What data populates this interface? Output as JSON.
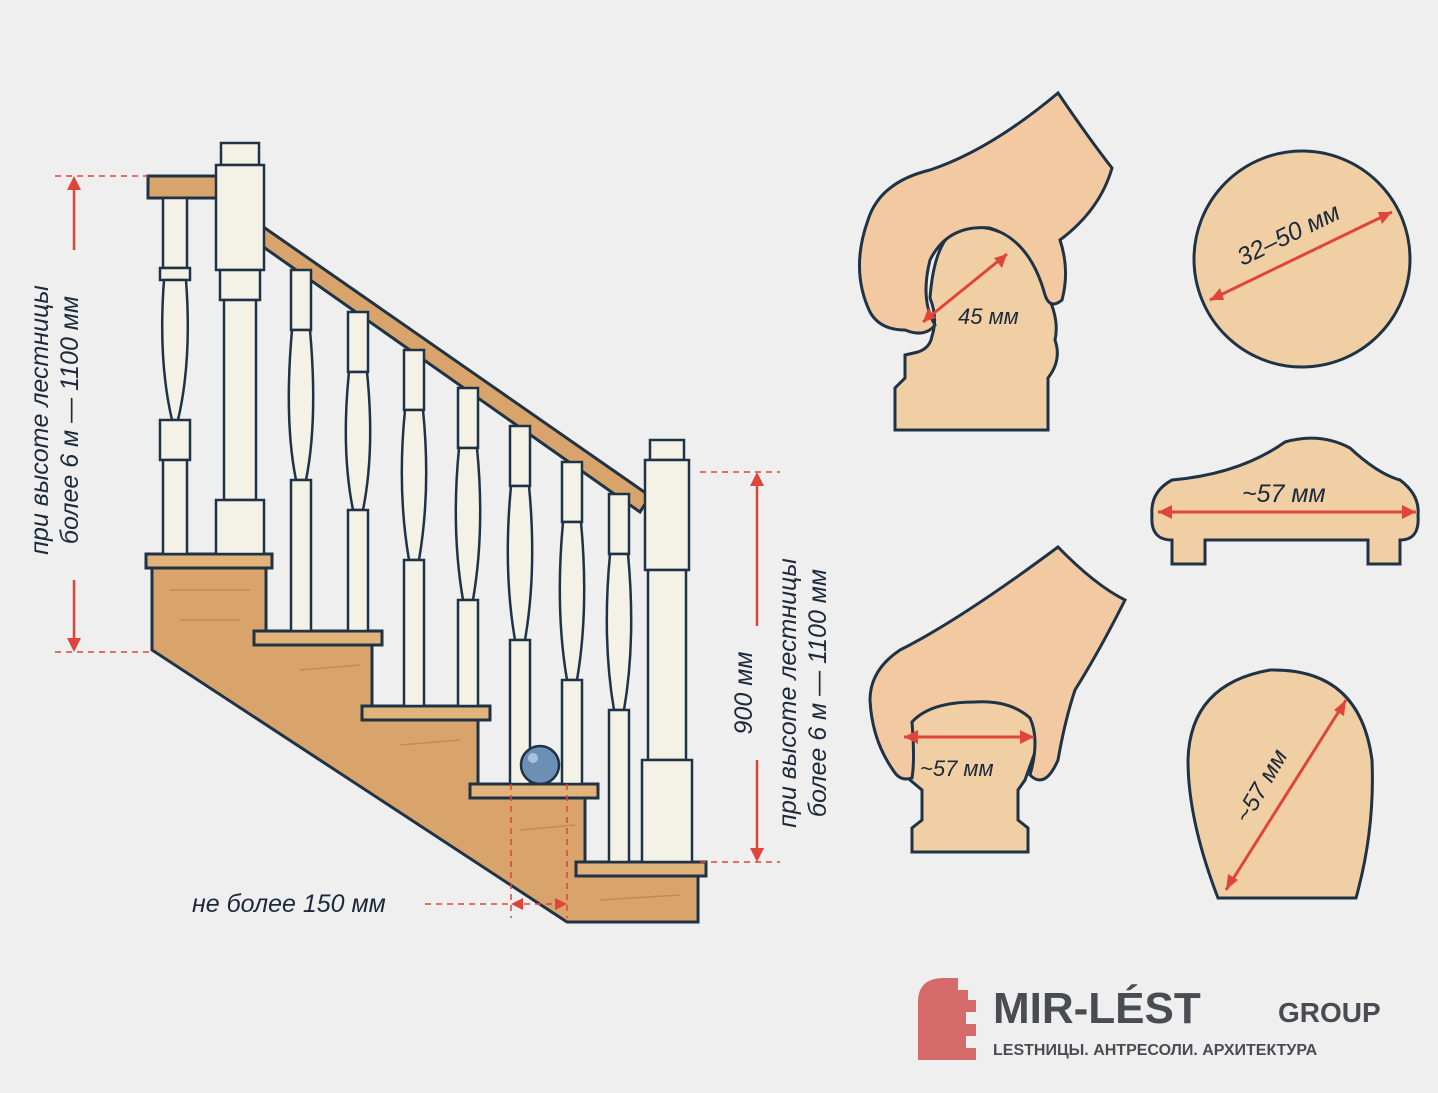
{
  "dimensions": {
    "left_height": "при высоте лестницы более 6 м — 1100 мм",
    "right_height_main": "900 мм",
    "right_height_alt": "при высоте лестницы более 6 м — 1100 мм",
    "gap": "не более 150 мм"
  },
  "profiles": {
    "grip_hand_1": "45 мм",
    "round_diameter": "32–50 мм",
    "flat_width": "~57 мм",
    "grip_hand_2": "~57 мм",
    "arch_diameter": "~57 мм"
  },
  "logo": {
    "name": "MIR-LÉST",
    "group": "GROUP",
    "tagline": "LESTНИЦЫ. АНТРЕСОЛИ. АРХИТЕКТУРА"
  },
  "colors": {
    "background": "#efefef",
    "wood": "#d9a46b",
    "wood_dark": "#b97a3e",
    "balusters": "#f2efe4",
    "outline": "#1f3347",
    "dimension": "#e0453a",
    "skin": "#f3c9a2",
    "logo_accent": "#d46a6a"
  }
}
